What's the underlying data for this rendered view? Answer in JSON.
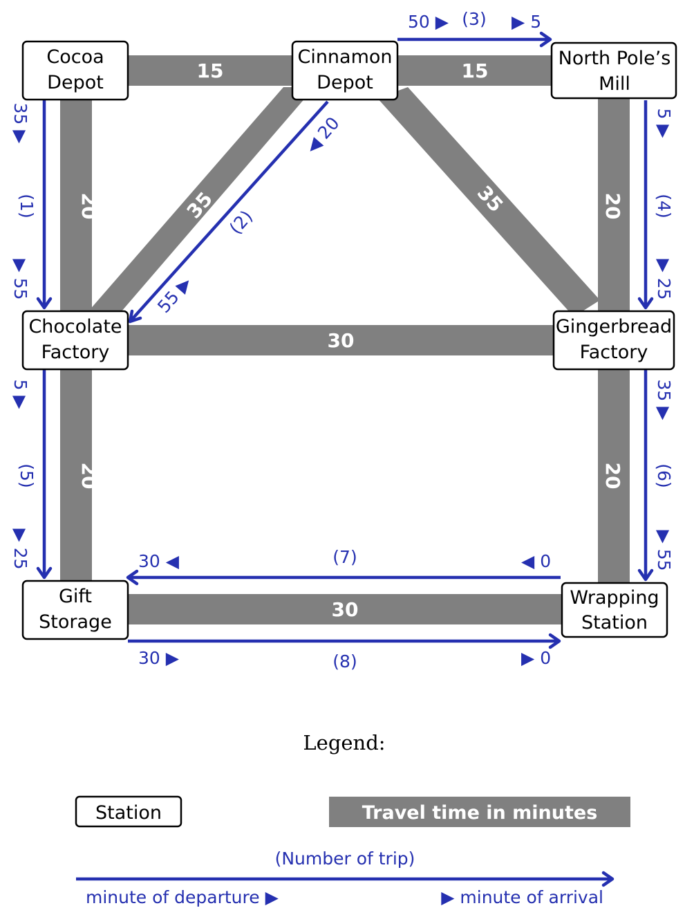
{
  "stations": {
    "cocoa": [
      "Cocoa",
      "Depot"
    ],
    "cinnamon": [
      "Cinnamon",
      "Depot"
    ],
    "northpole": [
      "North Pole’s",
      "Mill"
    ],
    "chocolate": [
      "Chocolate",
      "Factory"
    ],
    "gingerbread": [
      "Gingerbread",
      "Factory"
    ],
    "gift": [
      "Gift",
      "Storage"
    ],
    "wrapping": [
      "Wrapping",
      "Station"
    ]
  },
  "tracks": {
    "cocoa_cinnamon": "15",
    "cinnamon_northpole": "15",
    "cocoa_chocolate": "20",
    "cinnamon_chocolate": "35",
    "cinnamon_gingerbread": "35",
    "northpole_gingerbread": "20",
    "chocolate_gingerbread": "30",
    "chocolate_gift": "20",
    "gingerbread_wrapping": "20",
    "gift_wrapping": "30"
  },
  "trips": {
    "t1": {
      "number": "(1)",
      "depart": "35",
      "arrive": "55"
    },
    "t2": {
      "number": "(2)",
      "depart": "20",
      "arrive": "55"
    },
    "t3": {
      "number": "(3)",
      "depart": "50",
      "arrive": "5"
    },
    "t4": {
      "number": "(4)",
      "depart": "5",
      "arrive": "25"
    },
    "t5": {
      "number": "(5)",
      "depart": "5",
      "arrive": "25"
    },
    "t6": {
      "number": "(6)",
      "depart": "35",
      "arrive": "55"
    },
    "t7": {
      "number": "(7)",
      "depart": "0",
      "arrive": "30"
    },
    "t8": {
      "number": "(8)",
      "depart": "30",
      "arrive": "0"
    }
  },
  "legend": {
    "title": "Legend:",
    "station": "Station",
    "travel_time": "Travel time in minutes",
    "trip_number": "(Number of trip)",
    "departure": "minute of departure",
    "arrival": "minute of arrival"
  },
  "colors": {
    "trip": "#2530b0",
    "track": "#808080"
  }
}
